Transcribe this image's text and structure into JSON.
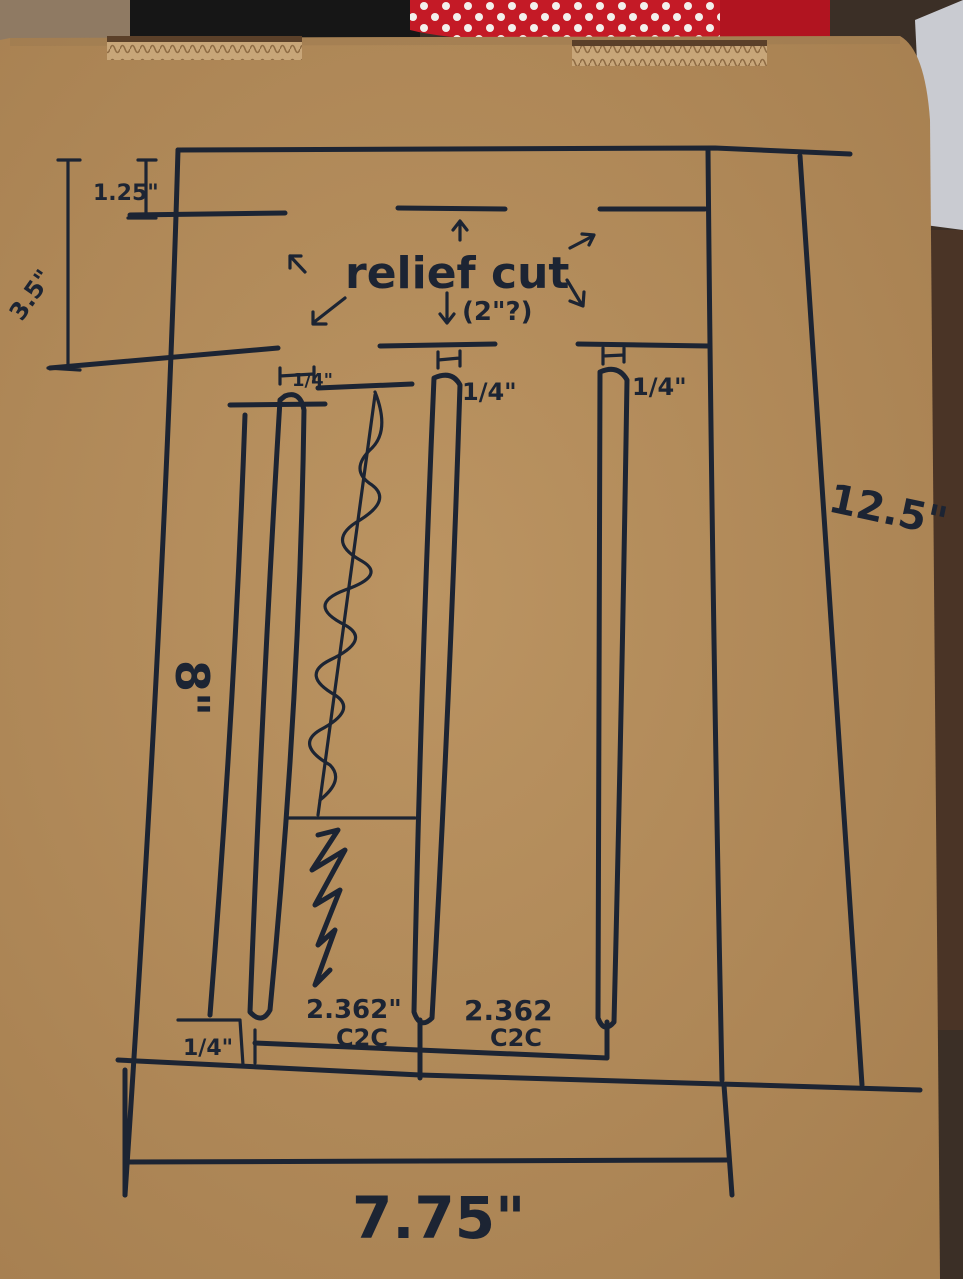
{
  "labels": {
    "total_height": "12.5\"",
    "top_band": "3.5\"",
    "top_small": "1.25\"",
    "relief_cut": "relief cut",
    "relief_depth": "(2\"?)",
    "slot_width_1": "1/4\"",
    "slot_width_2": "1/4\"",
    "slot_width_3": "1/4\"",
    "divider_height": "8\"",
    "c2c_1_value": "2.362\"",
    "c2c_1_unit": "C2C",
    "c2c_2_value": "2.362",
    "c2c_2_unit": "C2C",
    "bottom_margin": "1/4\"",
    "width": "7.75\""
  },
  "colors": {
    "cardboard": "#b48c5a",
    "ink": "#1c2433",
    "background": "#3a2f27",
    "fabric_red": "#c41a26"
  }
}
